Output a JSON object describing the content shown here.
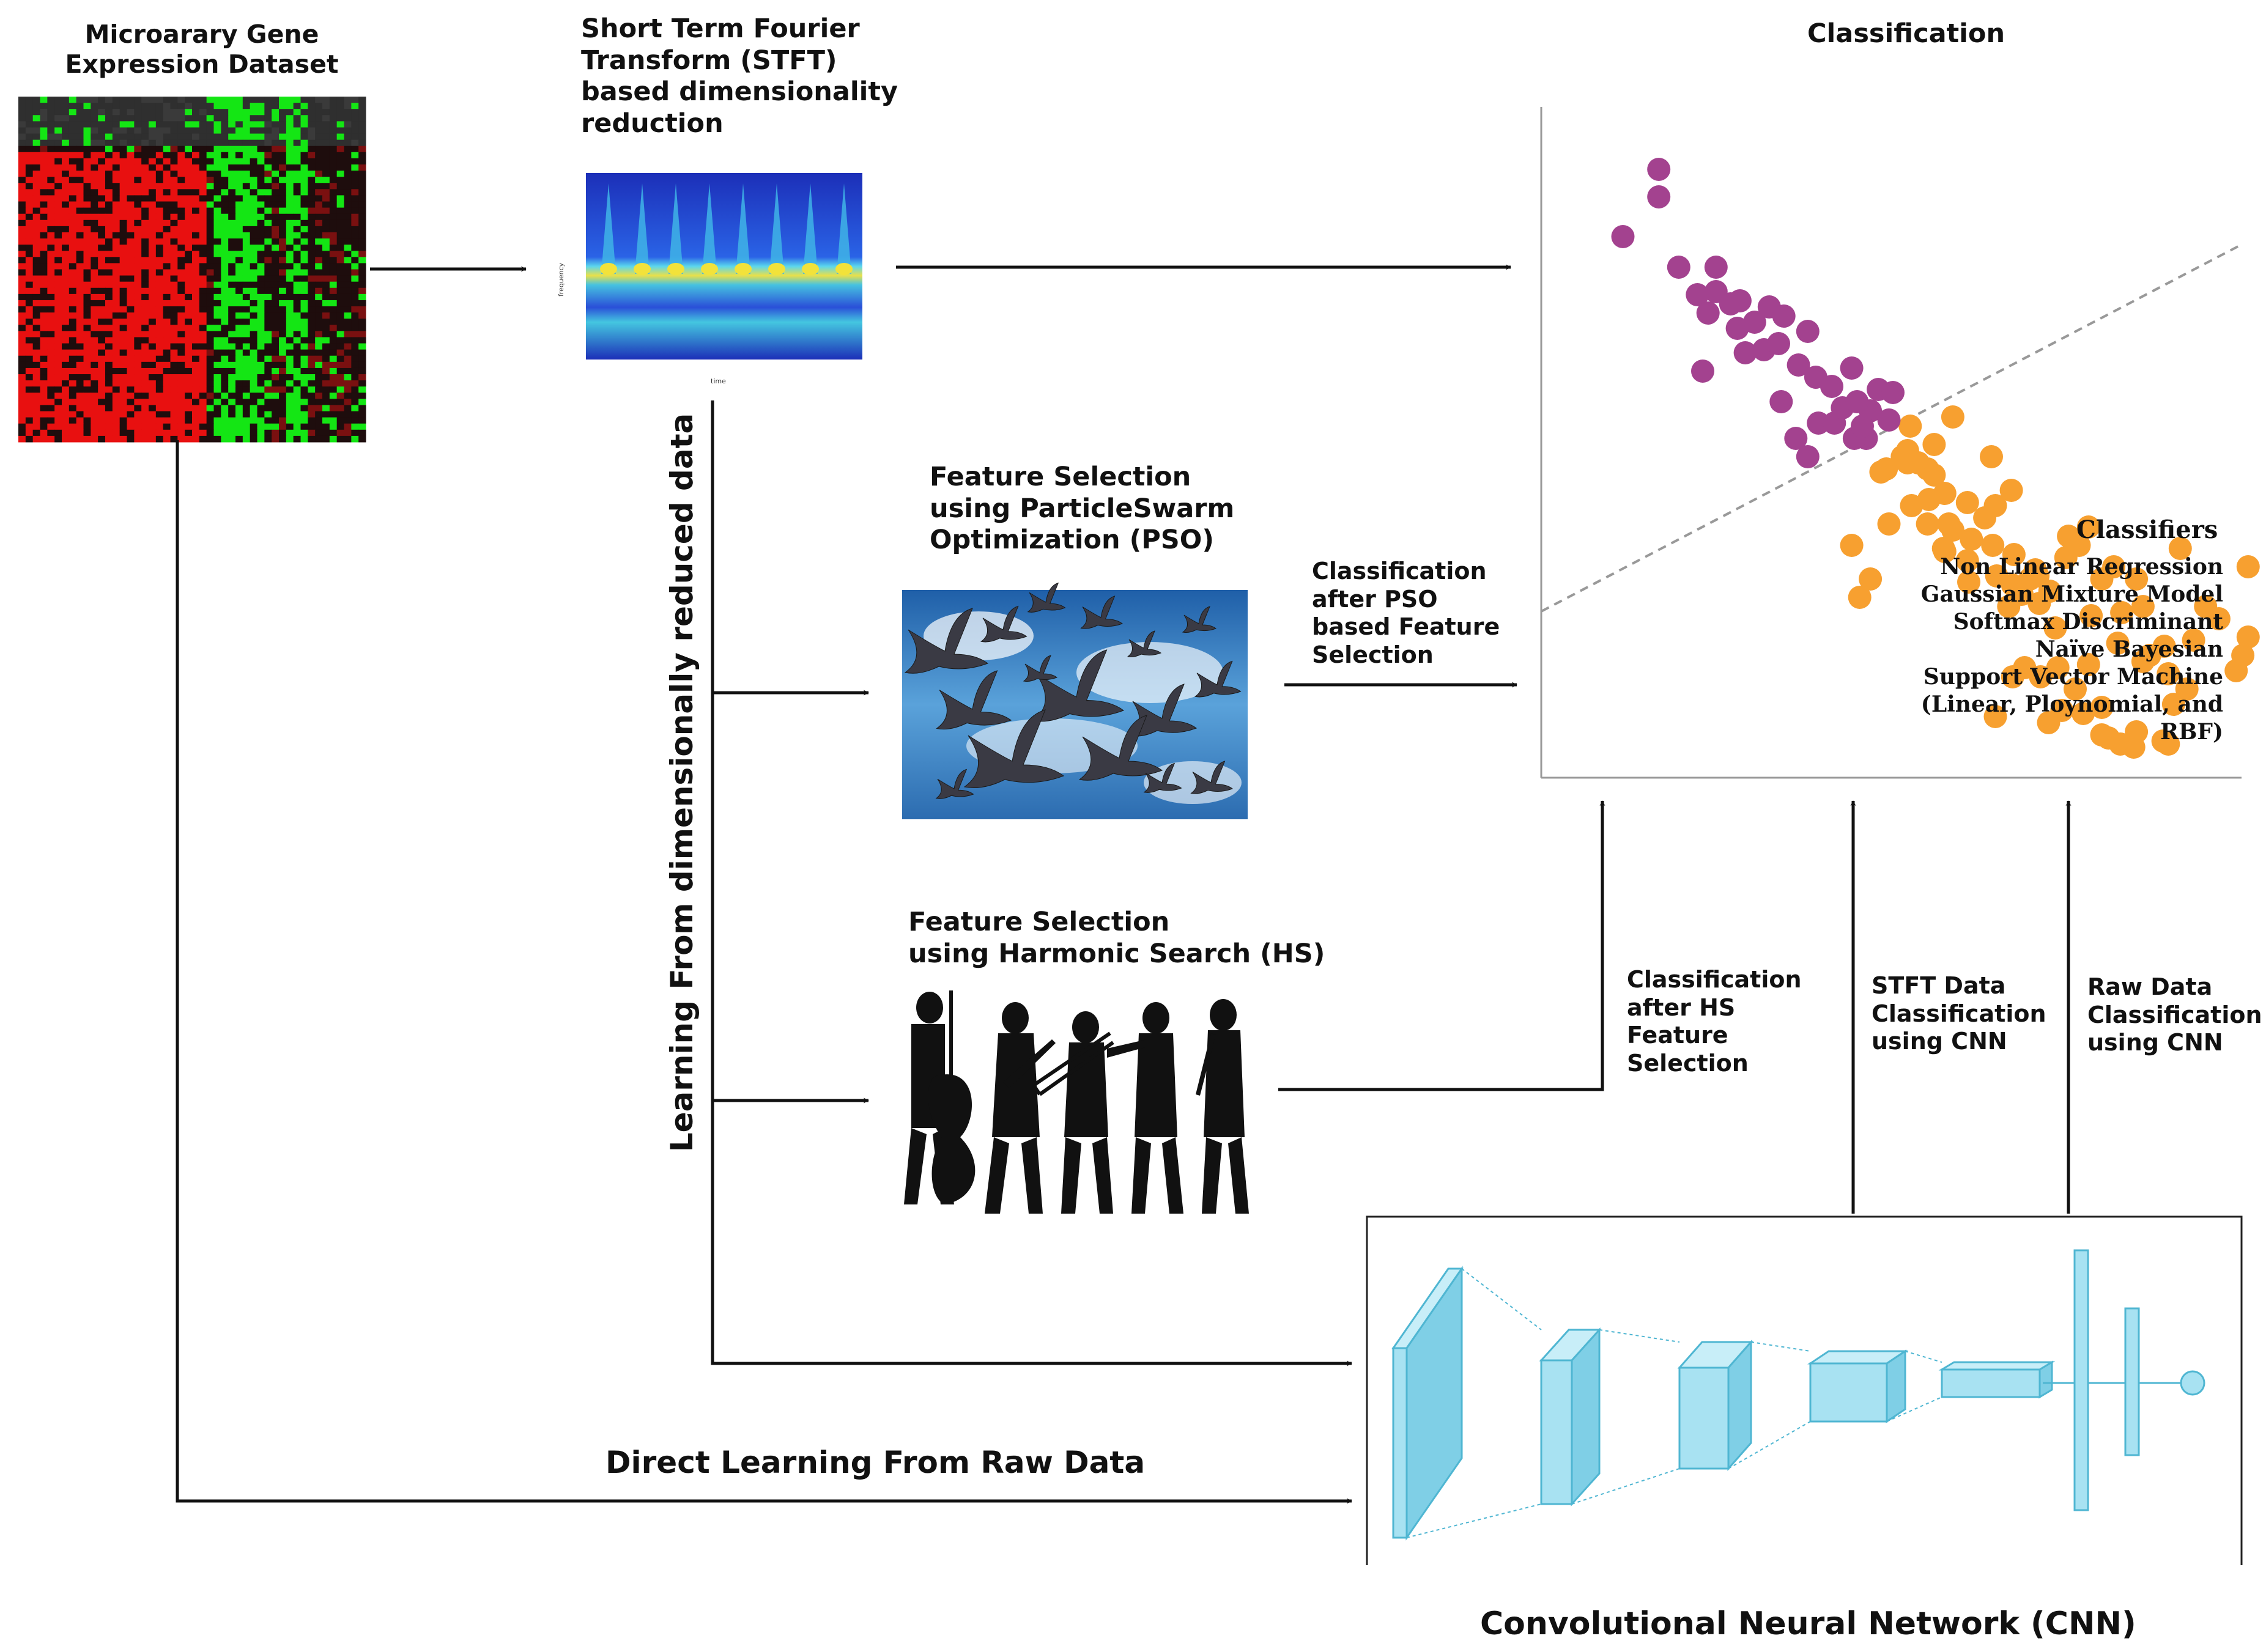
{
  "labels": {
    "dataset_title": "Microarary Gene\nExpression Dataset",
    "stft_title": "Short Term Fourier\nTransform (STFT)\nbased dimensionality\n reduction",
    "classification_title": "Classification",
    "pso_title": "Feature Selection\nusing ParticleSwarm\nOptimization (PSO)",
    "pso_class": "Classification\nafter PSO\nbased Feature\nSelection",
    "hs_title": "Feature Selection\nusing Harmonic Search (HS)",
    "hs_class": "Classification\nafter HS\nFeature\nSelection",
    "stft_cnn": "STFT Data\nClassification\nusing CNN",
    "raw_cnn": "Raw Data\nClassification\nusing CNN",
    "learning_reduced": "Learning From dimensionally reduced data",
    "direct_learning": "Direct Learning From Raw Data",
    "cnn_title": "Convolutional Neural Network (CNN)"
  },
  "classifiers": {
    "title": "Classifiers",
    "items": [
      "Non Linear Regression",
      "Gaussian Mixture Model",
      "Softmax Discriminant",
      "Naïve Bayesian",
      "Support Vector Machine",
      "(Linear, Ploynomial, and RBF)"
    ]
  },
  "colors": {
    "purple": "#a3428f",
    "orange": "#f7a030",
    "cnn_fill": "#a8e2f2",
    "cnn_stroke": "#4fb6d2",
    "heatmap_red": "#e81010",
    "heatmap_green": "#14e614",
    "spectrogram_blue": "#1a3fd6",
    "sky": "#3b88c8"
  },
  "chart_data": {
    "type": "scatter",
    "title": "",
    "xlabel": "",
    "ylabel": "",
    "series": [
      {
        "values": [
          [
            1,
            8.4
          ],
          [
            2.35,
            9.5
          ],
          [
            2.35,
            9.05
          ],
          [
            3.1,
            7.9
          ],
          [
            4.5,
            7.9
          ],
          [
            4.5,
            7.5
          ],
          [
            3.8,
            7.45
          ],
          [
            4.2,
            7.15
          ],
          [
            4.0,
            6.2
          ],
          [
            5.4,
            7.35
          ],
          [
            5.05,
            7.3
          ],
          [
            5.95,
            7.0
          ],
          [
            5.3,
            6.9
          ],
          [
            6.5,
            7.25
          ],
          [
            7.05,
            7.1
          ],
          [
            5.6,
            6.5
          ],
          [
            6.3,
            6.55
          ],
          [
            7.95,
            6.85
          ],
          [
            6.85,
            6.65
          ],
          [
            8.25,
            6.1
          ],
          [
            6.95,
            5.7
          ],
          [
            8.35,
            5.35
          ],
          [
            8.95,
            5.35
          ],
          [
            7.5,
            5.1
          ],
          [
            7.6,
            6.3
          ],
          [
            8.85,
            5.95
          ],
          [
            9.6,
            6.25
          ],
          [
            9.25,
            5.6
          ],
          [
            7.95,
            4.8
          ],
          [
            10.7,
            4.55
          ],
          [
            10.15,
            5.1
          ],
          [
            10.3,
            5.55
          ],
          [
            9.7,
            5.1
          ],
          [
            9.8,
            5.7
          ],
          [
            10.6,
            5.9
          ],
          [
            11.15,
            5.85
          ],
          [
            10.9,
            4.6
          ],
          [
            10.0,
            5.3
          ],
          [
            11.7,
            4.9
          ],
          [
            12.1,
            4.7
          ],
          [
            11.5,
            4.8
          ],
          [
            12.45,
            4.6
          ],
          [
            12.7,
            4.5
          ],
          [
            13.1,
            4.2
          ],
          [
            11.7,
            4.7
          ],
          [
            11.8,
            5.3
          ],
          [
            11.0,
            5.4
          ],
          [
            12.7,
            5.0
          ],
          [
            13.4,
            3.6
          ],
          [
            13.95,
            4.05
          ],
          [
            13.25,
            3.7
          ],
          [
            11.85,
            4.0
          ],
          [
            13.4,
            5.45
          ],
          [
            12.45,
            3.7
          ],
          [
            12.5,
            4.1
          ],
          [
            13.05,
            3.3
          ],
          [
            13.95,
            3.1
          ],
          [
            10.3,
            2.8
          ],
          [
            11.0,
            3.7
          ],
          [
            9.9,
            2.5
          ],
          [
            9.6,
            3.35
          ],
          [
            14.0,
            2.75
          ],
          [
            14.85,
            4.8
          ],
          [
            15.0,
            4.0
          ],
          [
            14.6,
            3.8
          ],
          [
            14.1,
            3.45
          ],
          [
            14.9,
            3.35
          ],
          [
            13.1,
            3.25
          ],
          [
            15.6,
            4.25
          ],
          [
            15.7,
            3.2
          ],
          [
            15.05,
            2.85
          ],
          [
            15.65,
            2.7
          ],
          [
            15.5,
            2.35
          ],
          [
            16.3,
            2.8
          ],
          [
            16.0,
            2.55
          ],
          [
            16.65,
            2.4
          ],
          [
            16.6,
            2.85
          ],
          [
            17.05,
            2.6
          ],
          [
            17.25,
            2.0
          ],
          [
            17.65,
            3.15
          ],
          [
            17.75,
            3.5
          ],
          [
            16.5,
            2.95
          ],
          [
            18.15,
            3.35
          ],
          [
            18.6,
            2.2
          ],
          [
            18.5,
            3.65
          ],
          [
            19.0,
            2.8
          ],
          [
            19.45,
            3.0
          ],
          [
            20.3,
            2.8
          ],
          [
            20.55,
            2.35
          ],
          [
            19.75,
            2.25
          ],
          [
            19.6,
            1.75
          ],
          [
            20.55,
            1.45
          ],
          [
            21.35,
            1.7
          ],
          [
            21.5,
            1.25
          ],
          [
            20.8,
            1.55
          ],
          [
            21.95,
            3.3
          ],
          [
            22.45,
            1.8
          ],
          [
            23.4,
            2.15
          ],
          [
            24.5,
            3.0
          ],
          [
            24.5,
            1.85
          ],
          [
            24.3,
            1.55
          ],
          [
            24.05,
            1.3
          ],
          [
            22.9,
            2.35
          ],
          [
            22.2,
            1.0
          ],
          [
            21.7,
            0.75
          ],
          [
            20.3,
            0.3
          ],
          [
            21.3,
            0.15
          ],
          [
            21.5,
            0.1
          ],
          [
            20.2,
            0.05
          ],
          [
            19.7,
            0.1
          ],
          [
            19.0,
            0.25
          ],
          [
            19.25,
            0.2
          ],
          [
            19.0,
            0.7
          ],
          [
            18.3,
            0.6
          ],
          [
            17.5,
            0.65
          ],
          [
            17.0,
            0.45
          ],
          [
            18.0,
            1.0
          ],
          [
            18.5,
            1.4
          ],
          [
            17.35,
            1.35
          ],
          [
            16.7,
            1.2
          ],
          [
            16.1,
            1.35
          ],
          [
            15.65,
            1.2
          ],
          [
            15.0,
            0.55
          ]
        ]
      }
    ]
  }
}
